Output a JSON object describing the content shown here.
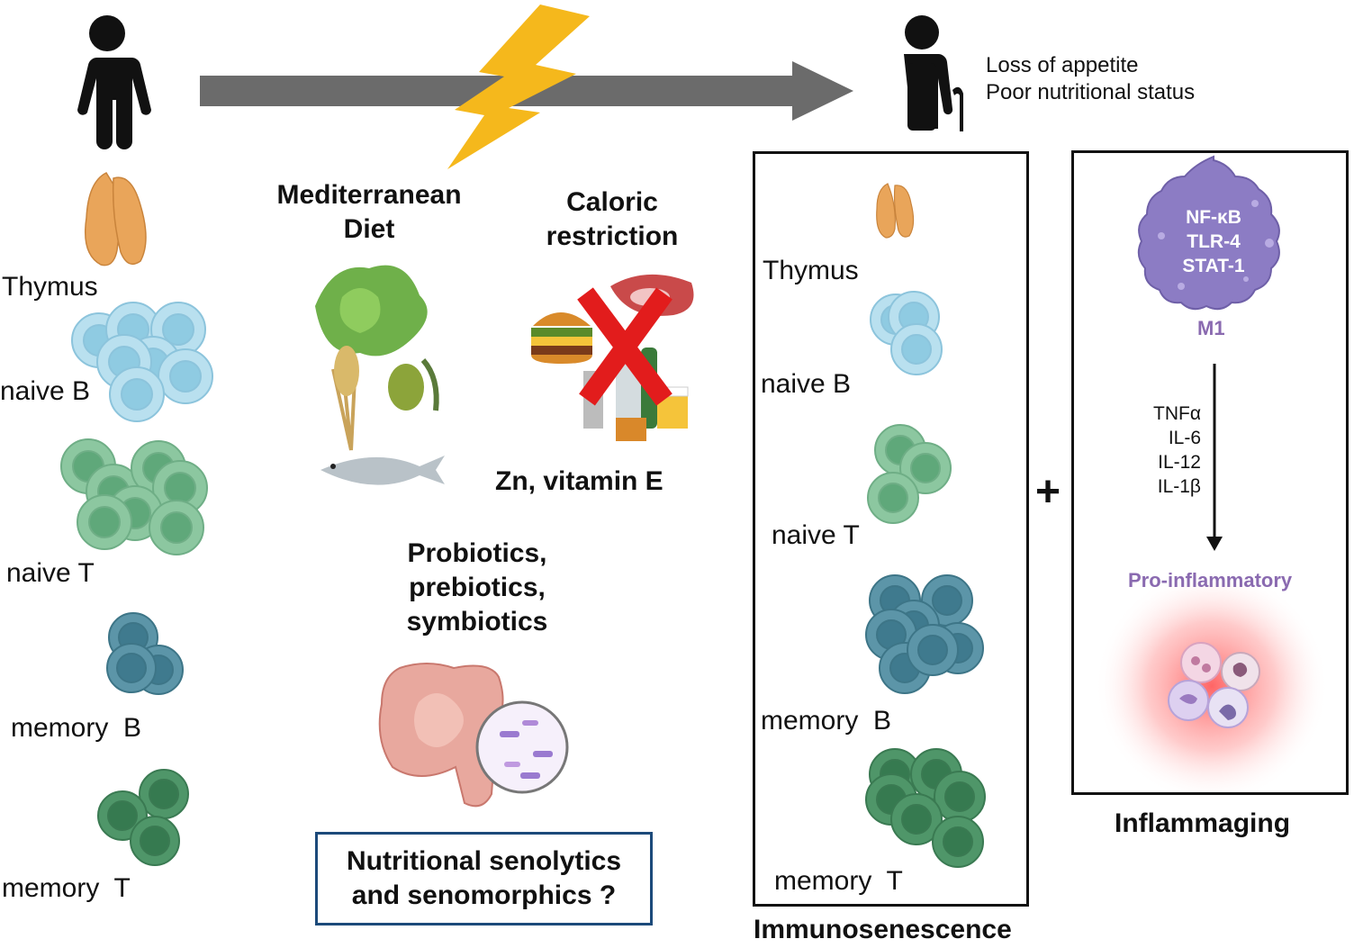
{
  "aging": {
    "notes": [
      "Loss of appetite",
      "Poor nutritional status"
    ]
  },
  "young": {
    "labels": {
      "thymus": "Thymus",
      "naive_b": "naive B",
      "naive_t": "naive T",
      "memory_b": "memory  B",
      "memory_t": "memory  T"
    }
  },
  "interventions": {
    "mediterranean": "Mediterranean Diet",
    "caloric": "Caloric restriction",
    "zinc": "Zn, vitamin E",
    "biotics": "Probiotics, prebiotics, symbiotics",
    "senolytics": "Nutritional senolytics and senomorphics ?"
  },
  "immunosenescence": {
    "title": "Immunosenescence",
    "labels": {
      "thymus": "Thymus",
      "naive_b": "naive B",
      "naive_t": "naive T",
      "memory_b": "memory  B",
      "memory_t": "memory  T"
    }
  },
  "plus": "+",
  "inflammaging": {
    "title": "Inflammaging",
    "macrophage": [
      "NF-κB",
      "TLR-4",
      "STAT-1"
    ],
    "m1": "M1",
    "cytokines": [
      "TNFα",
      "IL-6",
      "IL-12",
      "IL-1β"
    ],
    "pro": "Pro-inflammatory"
  },
  "colors": {
    "arrow": "#6b6b6b",
    "lightning": "#f5b81c",
    "naive_b": "#b9e0ef",
    "naive_t": "#8cc7a0",
    "memory_b": "#5c95a8",
    "memory_t": "#4f9669",
    "macrophage": "#8c7cc4",
    "pro_text": "#8a6ab0",
    "box_border": "#1c4a7a"
  }
}
